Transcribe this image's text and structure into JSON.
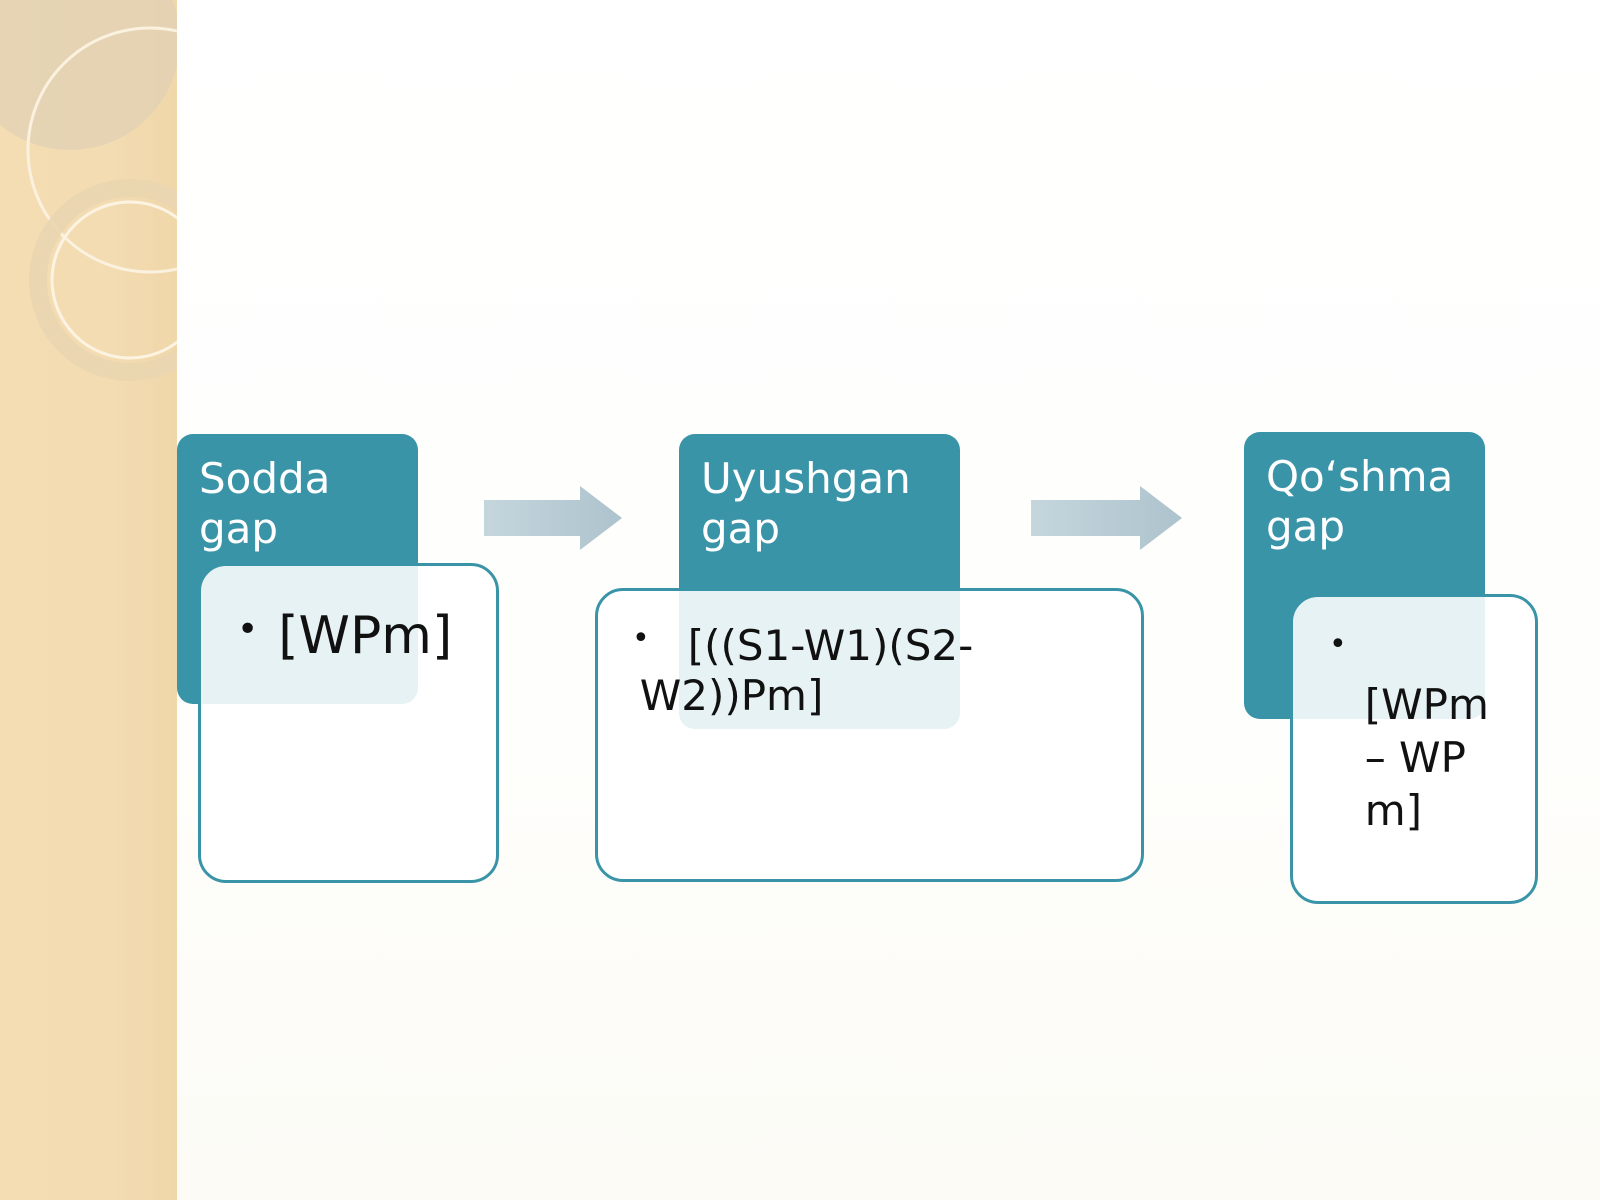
{
  "colors": {
    "header_fill": "#3a94a8",
    "content_border": "#3a94a8",
    "arrow_fill": "#b8cdd6",
    "left_strip": "#f3dcb2"
  },
  "steps": [
    {
      "title": "Sodda\ngap",
      "bullet": "•",
      "formula": "[WPm]"
    },
    {
      "title": "Uyushgan\ngap",
      "bullet": "•",
      "formula": "[((S1-W1)(S2-\nW2))Pm]"
    },
    {
      "title": "Qo‘shma\ngap",
      "bullet": "•",
      "formula": "[WPm\n– WP\nm]"
    }
  ],
  "connectors": [
    {
      "icon": "right-arrow-icon"
    },
    {
      "icon": "right-arrow-icon"
    }
  ]
}
